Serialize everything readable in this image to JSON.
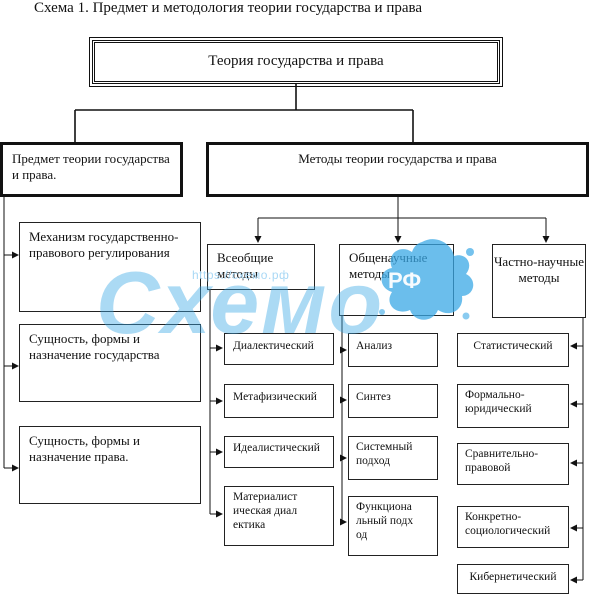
{
  "caption": "Схема 1. Предмет и методология теории государства и права",
  "root": "Теория государства и права",
  "subject": {
    "title": "Предмет теории государства и права.",
    "items": [
      "Механизм государственно-правового регулирования",
      "Сущность, формы и назначение государства",
      "Сущность, формы и назначение права."
    ]
  },
  "methods": {
    "title": "Методы теории государства и права",
    "universal": {
      "title": "Всеобщие методы",
      "items": [
        "Диалектический",
        "Метафизический",
        "Идеалистический",
        "Материалистическая диалектика"
      ]
    },
    "general_scientific": {
      "title": "Общенаучные методы",
      "items": [
        "Анализ",
        "Синтез",
        "Системный подход",
        "Функциональный подход"
      ]
    },
    "private_scientific": {
      "title": "Частно-научные методы",
      "items": [
        "Статистический",
        "Формально-юридический",
        "Сравнительно-правовой",
        "Конкретно-социологический",
        "Кибернетический"
      ]
    }
  },
  "watermark": {
    "url": "https://схемо.рф",
    "logo": "Схемо",
    "badge": "РФ",
    "colors": {
      "primary": "#3aa8e6",
      "light": "#a9d8f5"
    }
  }
}
